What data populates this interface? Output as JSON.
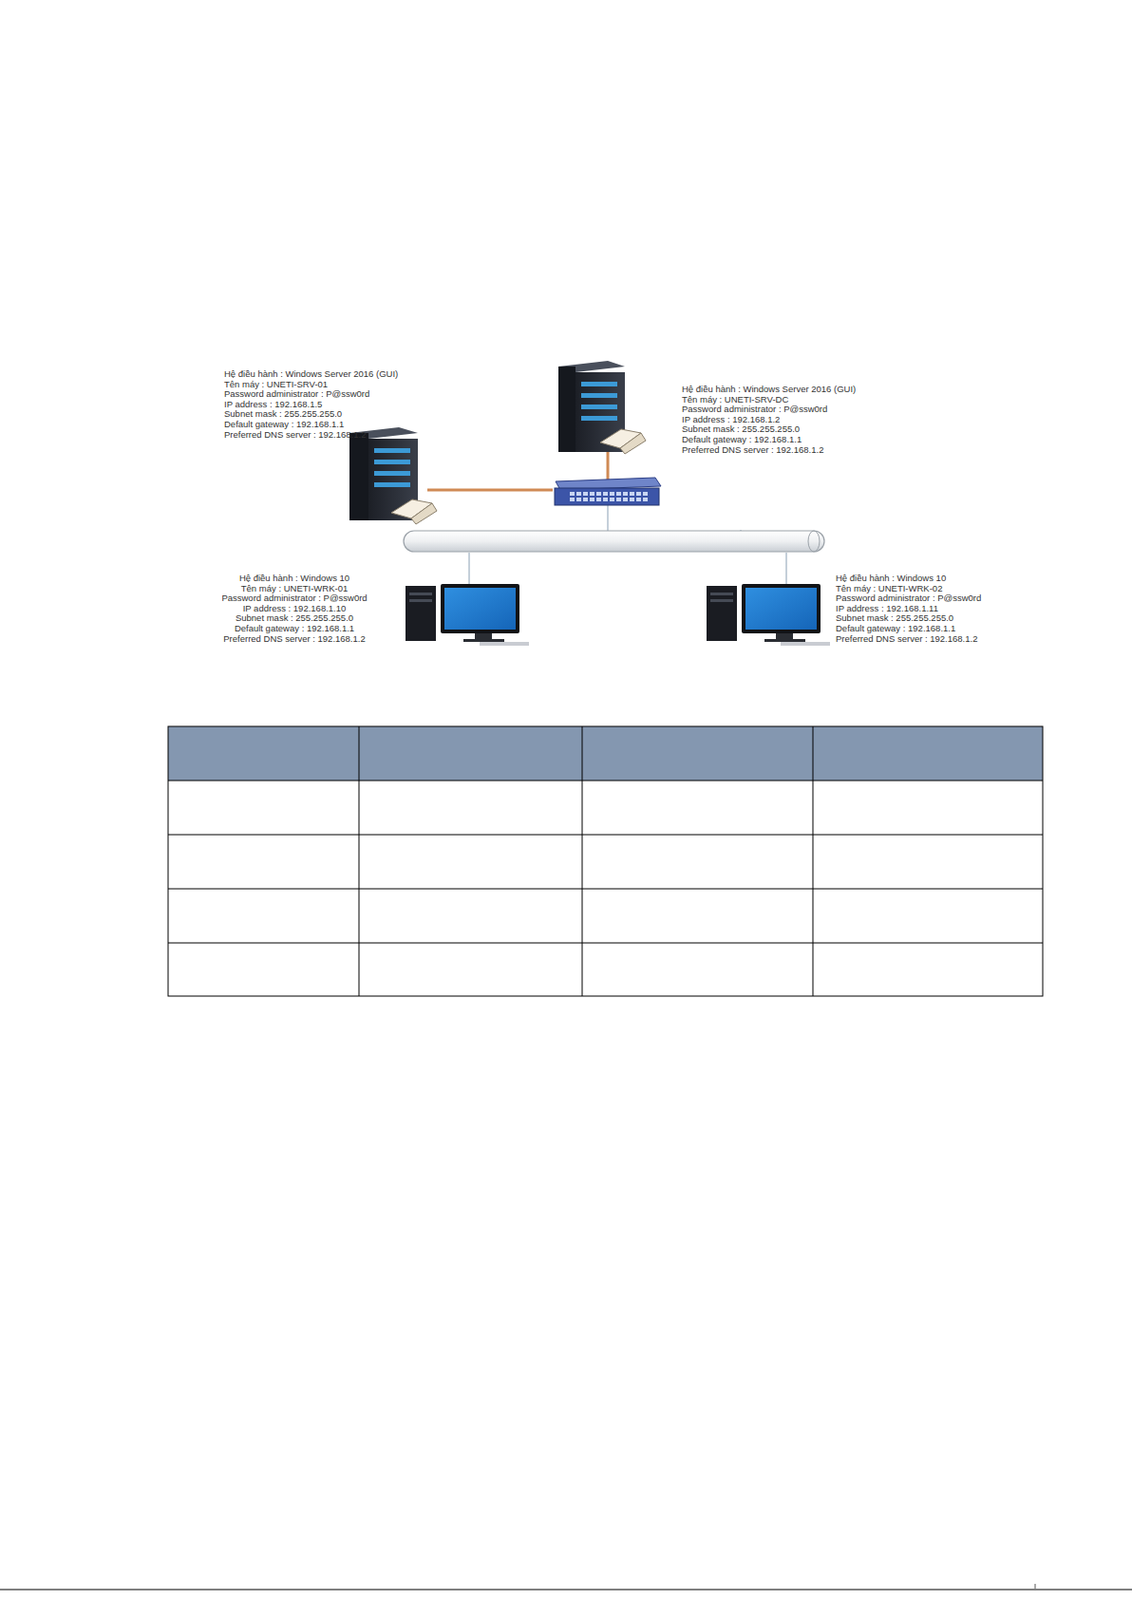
{
  "diagram": {
    "nodes": [
      {
        "text": [
          "Hệ điều hành : Windows Server 2016 (GUI)",
          "Tên máy : UNETI-SRV-01",
          "Password administrator : P@ssw0rd",
          "IP address : 192.168.1.5",
          "Subnet mask : 255.255.255.0",
          "Default gateway : 192.168.1.1",
          "Preferred DNS server : 192.168.1.2"
        ]
      },
      {
        "text": [
          "Hệ điều hành : Windows Server 2016 (GUI)",
          "Tên máy : UNETI-SRV-DC",
          "Password administrator : P@ssw0rd",
          "IP address : 192.168.1.2",
          "Subnet mask : 255.255.255.0",
          "Default gateway : 192.168.1.1",
          "Preferred DNS server : 192.168.1.2"
        ]
      },
      {
        "text": [
          "Hệ điều hành : Windows 10",
          "Tên máy : UNETI-WRK-01",
          "Password administrator : P@ssw0rd",
          "IP address : 192.168.1.10",
          "Subnet mask : 255.255.255.0",
          "Default gateway : 192.168.1.1",
          "Preferred DNS server : 192.168.1.2"
        ]
      },
      {
        "text": [
          "Hệ điều hành : Windows 10",
          "Tên máy : UNETI-WRK-02",
          "Password administrator : P@ssw0rd",
          "IP address : 192.168.1.11",
          "Subnet mask : 255.255.255.0",
          "Default gateway : 192.168.1.1",
          "Preferred DNS server : 192.168.1.2"
        ]
      }
    ]
  }
}
